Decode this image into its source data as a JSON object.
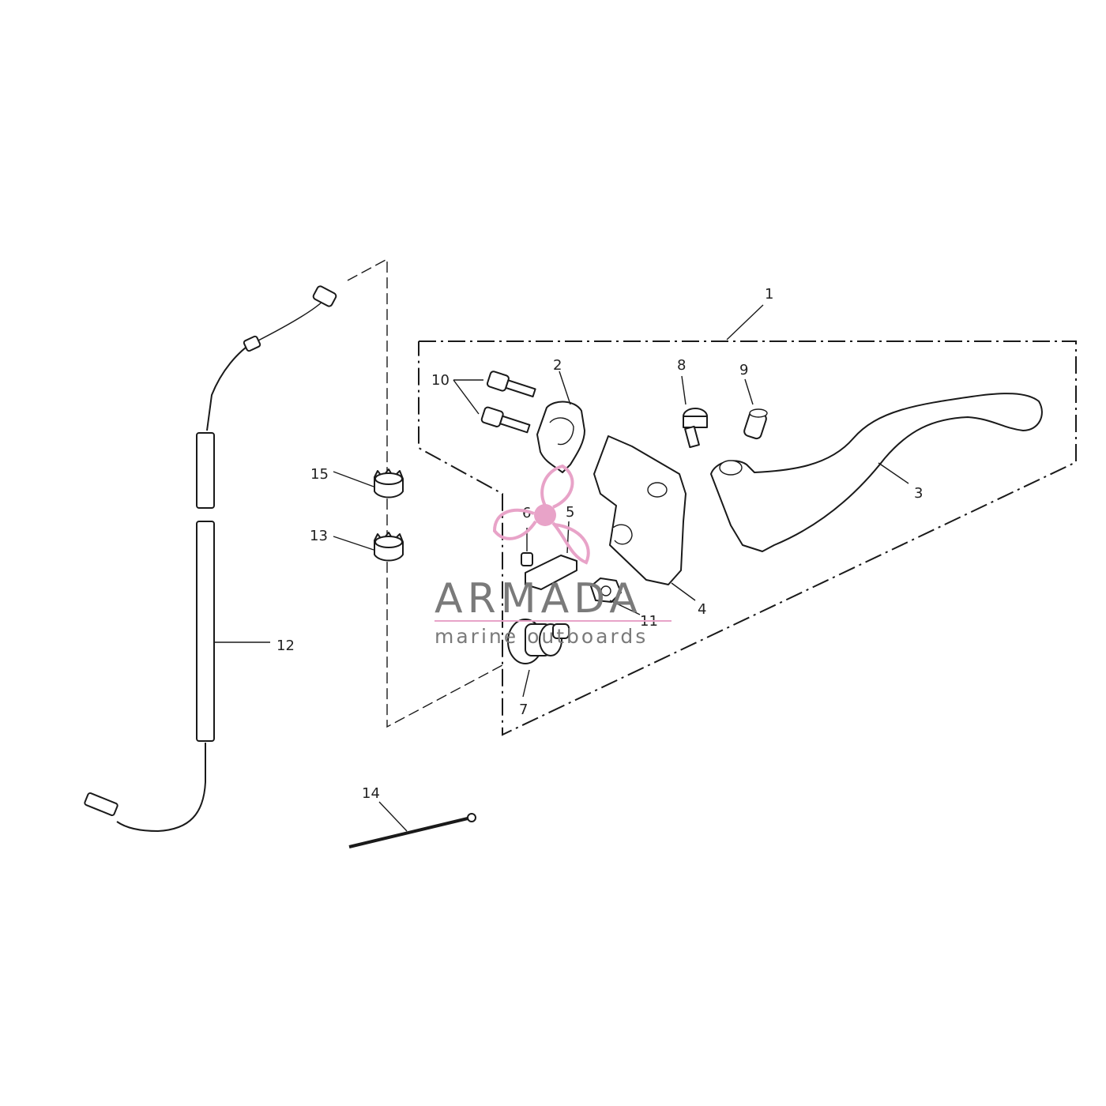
{
  "callouts": {
    "c1": "1",
    "c2": "2",
    "c3": "3",
    "c4": "4",
    "c5": "5",
    "c6": "6",
    "c7": "7",
    "c8": "8",
    "c9": "9",
    "c10": "10",
    "c11": "11",
    "c12": "12",
    "c13": "13",
    "c14": "14",
    "c15": "15"
  },
  "watermark": {
    "title": "ARMADA",
    "subtitle": "marine outboards",
    "title_color": "#7a7a7a",
    "accent_color": "#e8a3c8",
    "icon": "propeller-icon"
  },
  "colors": {
    "line": "#1a1a1a",
    "background": "#ffffff"
  }
}
